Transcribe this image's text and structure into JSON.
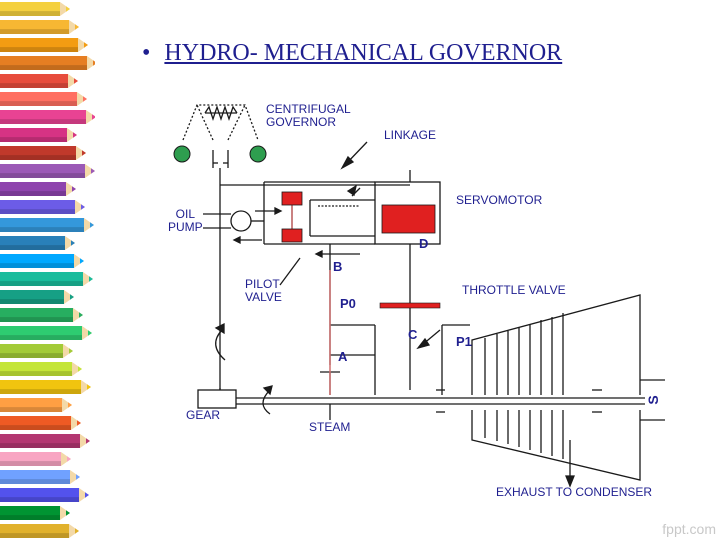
{
  "slide": {
    "bullet": "•",
    "title": "HYDRO- MECHANICAL GOVERNOR"
  },
  "labels": {
    "centrifugal_line1": "CENTRIFUGAL",
    "centrifugal_line2": "GOVERNOR",
    "linkage": "LINKAGE",
    "servomotor": "SERVOMOTOR",
    "oil_line1": "OIL",
    "oil_line2": "PUMP",
    "d": "D",
    "b": "B",
    "pilot_line1": "PILOT",
    "pilot_line2": "VALVE",
    "throttle_valve": "THROTTLE VALVE",
    "p0": "P0",
    "c": "C",
    "p1": "P1",
    "a": "A",
    "gear": "GEAR",
    "steam": "STEAM",
    "s": "S",
    "exhaust": "EXHAUST  TO CONDENSER"
  },
  "watermark": "fppt.com",
  "colors": {
    "line": "#1a1a1a",
    "label": "#1f1f8f",
    "flyball": "#2e9e4f",
    "piston": "#e02020",
    "spindle": "#d07070",
    "background": "#ffffff"
  },
  "pencil_colors": [
    "#f4d03f",
    "#f7b733",
    "#f39c12",
    "#e67e22",
    "#e74c3c",
    "#ff6f61",
    "#e84393",
    "#d63384",
    "#c0392b",
    "#9b59b6",
    "#8e44ad",
    "#6c5ce7",
    "#3498db",
    "#2980b9",
    "#00a8ff",
    "#1abc9c",
    "#16a085",
    "#27ae60",
    "#2ecc71",
    "#a3cb38",
    "#c4e538",
    "#f1c40f",
    "#ff9f43",
    "#ee5a24",
    "#b33771",
    "#f8a5c2",
    "#70a1ff",
    "#5352ed",
    "#009432",
    "#e1b12c"
  ]
}
